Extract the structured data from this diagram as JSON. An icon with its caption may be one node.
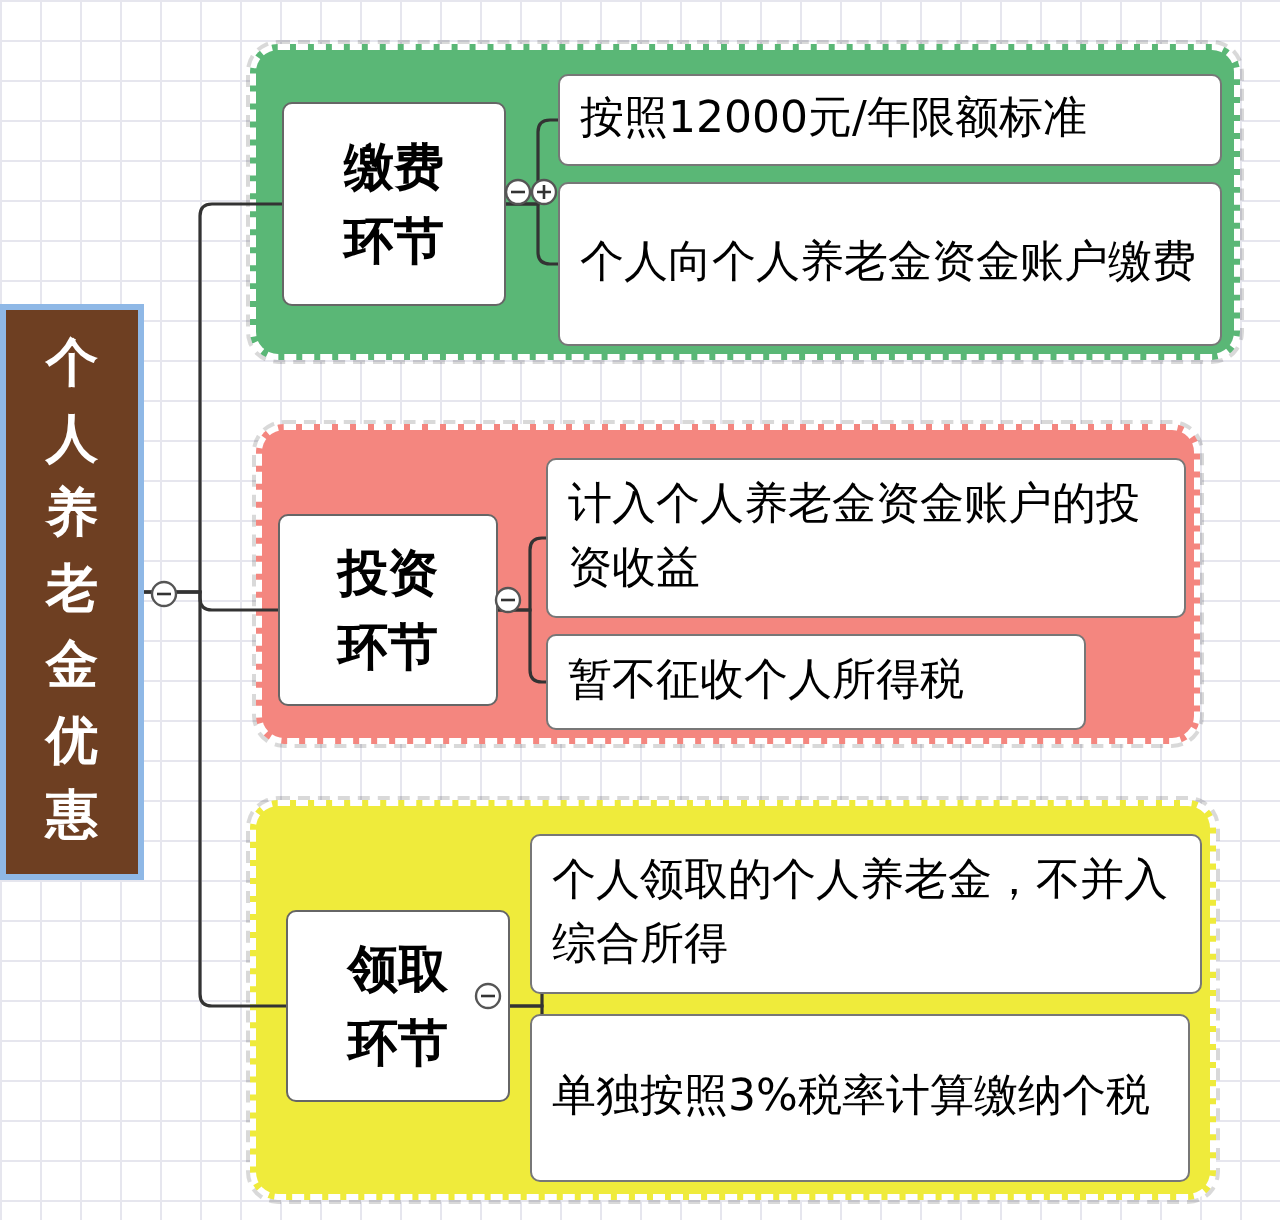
{
  "diagram": {
    "nodes": [
      {
        "text": [
          "个人养老金优惠"
        ]
      },
      {
        "text": [],
        "shape": "box"
      },
      {
        "text": [
          "缴费环节"
        ],
        "in": 1
      },
      {
        "text": [
          "按照12000元/年限额标准"
        ],
        "in": 1
      },
      {
        "text": [
          "个人向个人养老金资金账户缴费"
        ],
        "in": 1
      },
      {
        "text": [],
        "shape": "box"
      },
      {
        "text": [
          "投资环节"
        ],
        "in": 5
      },
      {
        "text": [
          "计入个人养老金资金账户的投资收益"
        ],
        "in": 5
      },
      {
        "text": [
          "暂不征收个人所得税"
        ],
        "in": 5
      },
      {
        "text": [],
        "shape": "box"
      },
      {
        "text": [
          "领取环节"
        ],
        "in": 9
      },
      {
        "text": [
          "个人领取的个人养老金，不并入综合所得"
        ],
        "in": 9
      },
      {
        "text": [
          "单独按照3%税率计算缴纳个税"
        ],
        "in": 9
      }
    ],
    "edges": [
      {
        "from": 0,
        "to": 2,
        "arrow": "none"
      },
      {
        "from": 0,
        "to": 6,
        "arrow": "none"
      },
      {
        "from": 0,
        "to": 10,
        "arrow": "none"
      },
      {
        "from": 2,
        "to": 3,
        "arrow": "none"
      },
      {
        "from": 2,
        "to": 4,
        "arrow": "none"
      },
      {
        "from": 6,
        "to": 7,
        "arrow": "none"
      },
      {
        "from": 6,
        "to": 8,
        "arrow": "none"
      },
      {
        "from": 10,
        "to": 11,
        "arrow": "none"
      },
      {
        "from": 10,
        "to": 12,
        "arrow": "none"
      }
    ]
  }
}
